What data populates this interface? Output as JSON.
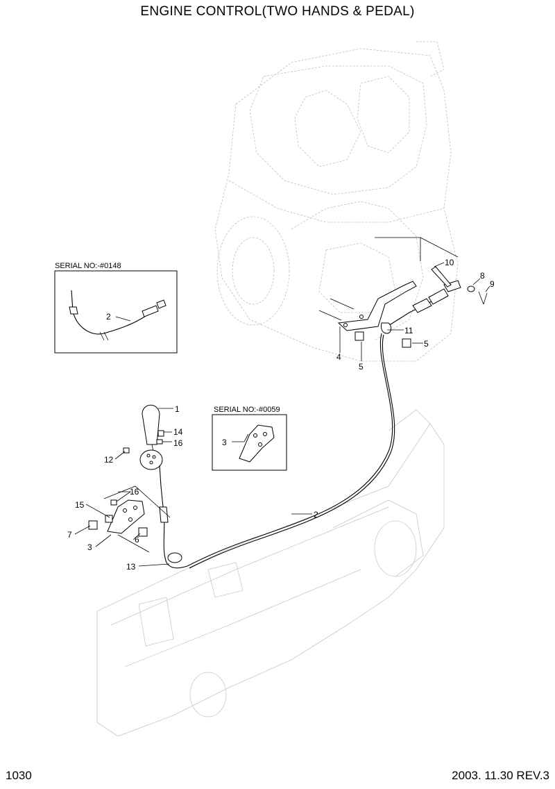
{
  "title": "ENGINE CONTROL(TWO HANDS & PEDAL)",
  "footer": {
    "page_number": "1030",
    "revision": "2003. 11.30  REV.3"
  },
  "insets": {
    "serial_0148": "SERIAL NO:-#0148",
    "serial_0059": "SERIAL NO:-#0059"
  },
  "callouts": {
    "c1": "1",
    "c2_main": "2",
    "c2_inset": "2",
    "c3_main": "3",
    "c3_inset": "3",
    "c4": "4",
    "c5_left": "5",
    "c5_right": "5",
    "c6": "6",
    "c7": "7",
    "c8": "8",
    "c9": "9",
    "c10": "10",
    "c11": "11",
    "c12": "12",
    "c13": "13",
    "c14": "14",
    "c15": "15",
    "c16_top": "16",
    "c16_bottom": "16"
  }
}
